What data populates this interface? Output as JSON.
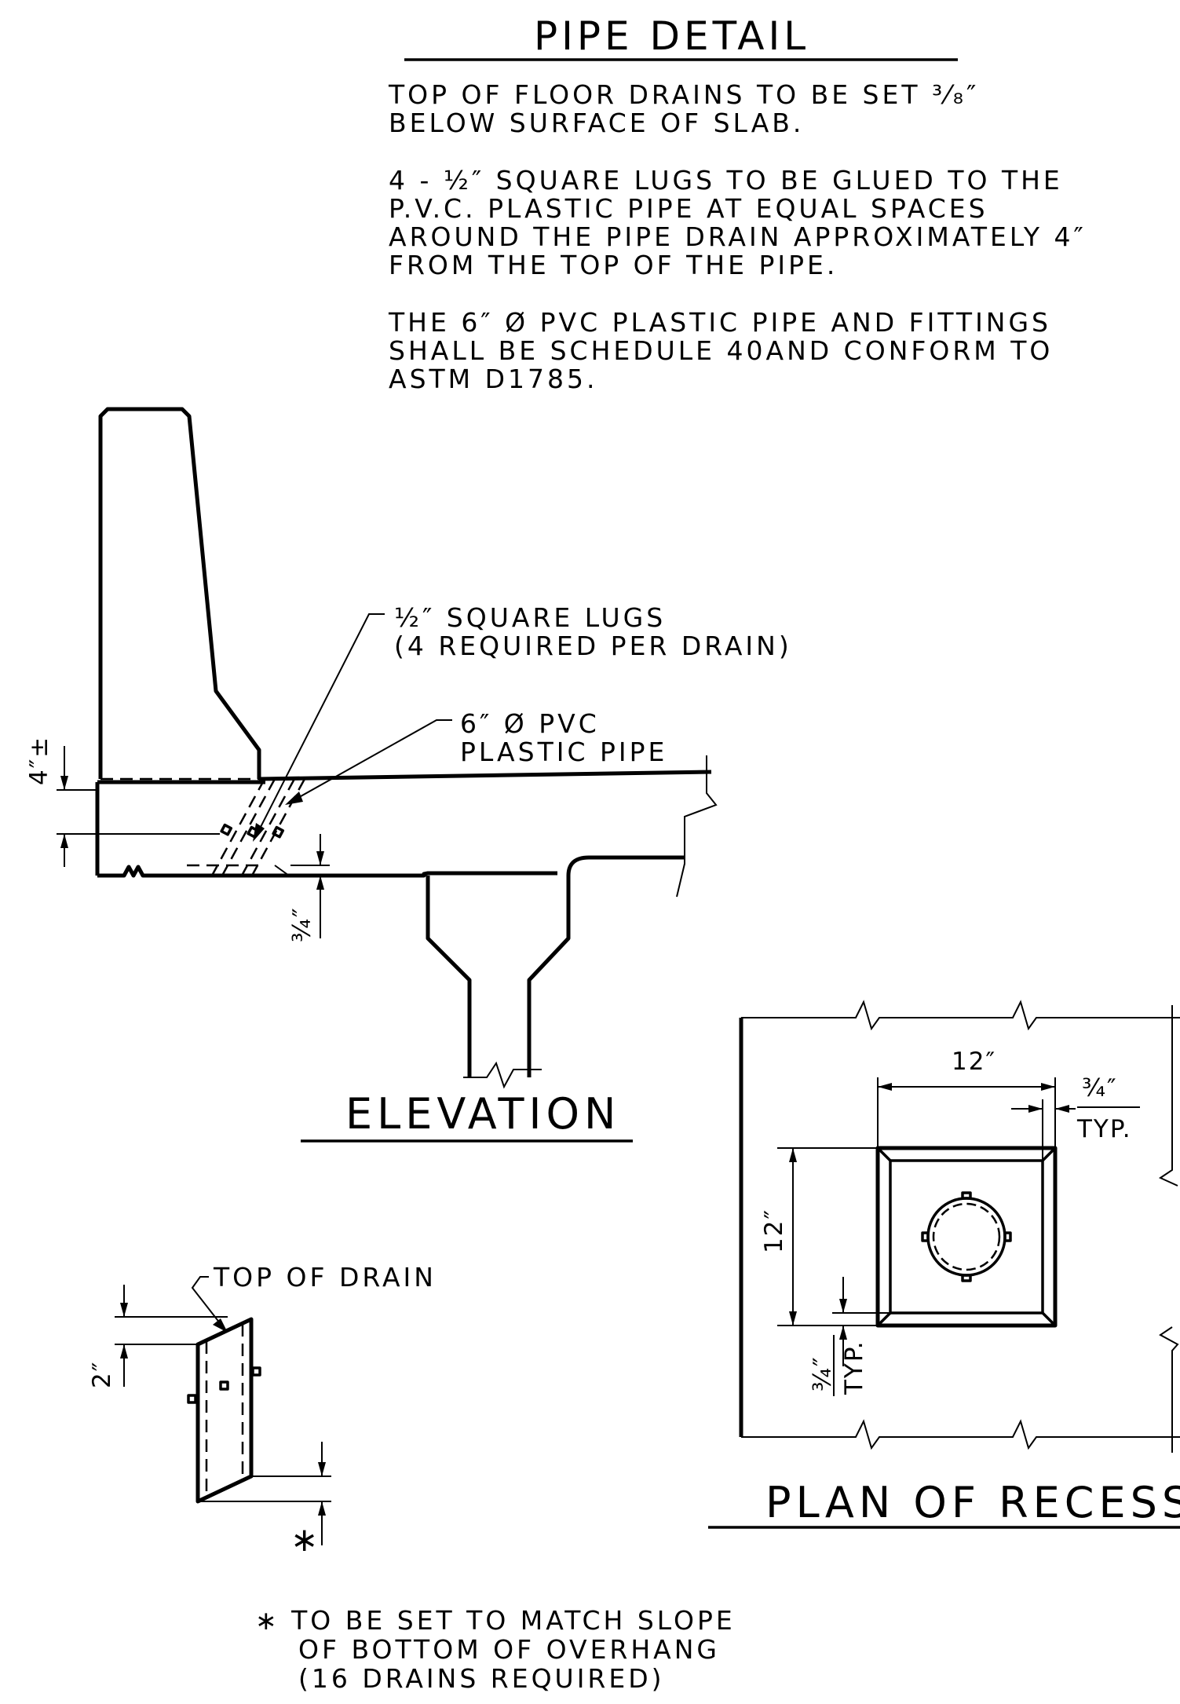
{
  "title": "PIPE DETAIL",
  "notes": {
    "note1": [
      "TOP OF FLOOR DRAINS TO BE SET ³⁄₈″",
      "BELOW SURFACE OF SLAB."
    ],
    "note2": [
      "4 - ½″ SQUARE LUGS TO BE GLUED TO THE",
      "P.V.C. PLASTIC PIPE AT EQUAL SPACES",
      "AROUND THE PIPE DRAIN APPROXIMATELY 4″",
      "FROM THE TOP OF THE PIPE."
    ],
    "note3": [
      "THE 6″ Ø PVC PLASTIC PIPE AND FITTINGS",
      "SHALL BE SCHEDULE 40AND CONFORM TO",
      "ASTM D1785."
    ]
  },
  "elevation": {
    "heading": "ELEVATION",
    "lugs_callout": [
      "½″ SQUARE LUGS",
      "(4 REQUIRED PER DRAIN)"
    ],
    "pipe_callout": [
      "6″ Ø PVC",
      "PLASTIC PIPE"
    ],
    "dim_top": "4″±",
    "dim_bottom": "¾″"
  },
  "pipe_section": {
    "top_of_drain": "TOP OF DRAIN",
    "dim_top": "2″",
    "asterisk": "∗"
  },
  "plan_of_recess": {
    "heading": "PLAN OF RECESS",
    "dim_width": "12″",
    "dim_height": "12″",
    "dim_offset": "¾″",
    "typ": "TYP."
  },
  "footnote": [
    "∗ TO BE SET TO MATCH SLOPE",
    "OF BOTTOM OF OVERHANG",
    "(16 DRAINS REQUIRED)"
  ]
}
